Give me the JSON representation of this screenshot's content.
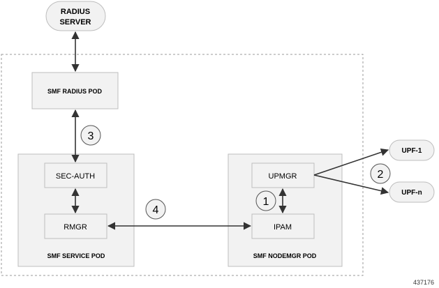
{
  "nodes": {
    "radius_server": {
      "line1": "RADIUS",
      "line2": "SERVER"
    },
    "smf_radius_pod": {
      "label": "SMF RADIUS POD"
    },
    "smf_service_pod": {
      "label": "SMF SERVICE POD"
    },
    "smf_nodemgr_pod": {
      "label": "SMF NODEMGR POD"
    },
    "sec_auth": {
      "label": "SEC-AUTH"
    },
    "rmgr": {
      "label": "RMGR"
    },
    "upmgr": {
      "label": "UPMGR"
    },
    "ipam": {
      "label": "IPAM"
    },
    "upf_1": {
      "label": "UPF-1"
    },
    "upf_n": {
      "label": "UPF-n"
    }
  },
  "steps": {
    "s1": "1",
    "s2": "2",
    "s3": "3",
    "s4": "4"
  },
  "figure_id": "437176",
  "colors": {
    "box_fill": "#f2f2f2",
    "box_stroke": "#bdbdbd",
    "outer_border": "#9a9a9a",
    "arrow": "#333333"
  }
}
